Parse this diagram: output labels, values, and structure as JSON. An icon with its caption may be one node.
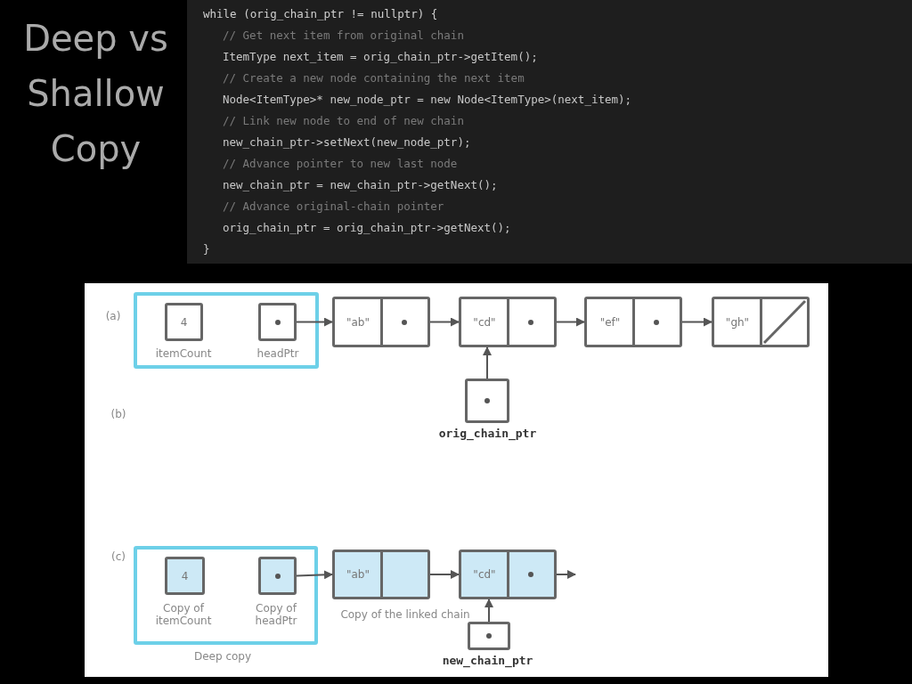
{
  "diagram": {
    "title": "Deep vs Shallow Copy",
    "nodes": [
      {
        "text": [],
        "shape": "box"
      },
      {
        "text": [
          "4"
        ],
        "beside": [
          "itemCount"
        ],
        "in": 0
      },
      {
        "text": [],
        "shape": "box",
        "beside": [
          "headPtr"
        ],
        "in": 0
      },
      {
        "text": [
          "\"ab\""
        ]
      },
      {
        "text": [
          "\"cd\""
        ]
      },
      {
        "text": [
          "\"ef\""
        ]
      },
      {
        "text": [
          "\"gh\""
        ]
      },
      {
        "text": [],
        "shape": "box",
        "beside": [
          "orig_chain_ptr"
        ]
      },
      {
        "text": [],
        "shape": "box",
        "beside": [
          "Deep copy"
        ]
      },
      {
        "text": [
          "4"
        ],
        "beside": [
          "Copy of itemCount"
        ],
        "in": 8
      },
      {
        "text": [],
        "shape": "box",
        "beside": [
          "Copy of headPtr"
        ],
        "in": 8
      },
      {
        "text": [
          "\"ab\""
        ]
      },
      {
        "text": [
          "\"cd\""
        ]
      },
      {
        "text": [],
        "shape": "box",
        "beside": [
          "new_chain_ptr"
        ]
      }
    ],
    "edges": [
      {
        "from": 2,
        "to": 3,
        "arrow": "to"
      },
      {
        "from": 3,
        "to": 4,
        "arrow": "to"
      },
      {
        "from": 4,
        "to": 5,
        "arrow": "to"
      },
      {
        "from": 5,
        "to": 6,
        "arrow": "to"
      },
      {
        "from": 7,
        "to": 4,
        "arrow": "to"
      },
      {
        "from": 10,
        "to": 11,
        "arrow": "to"
      },
      {
        "from": 11,
        "to": 12,
        "arrow": "to"
      },
      {
        "from": 12,
        "to": null,
        "arrow": "to"
      },
      {
        "from": 13,
        "to": 12,
        "arrow": "to"
      }
    ],
    "labels": [
      "while (orig_chain_ptr != nullptr) {",
      "// Get next item from original chain",
      "ItemType next_item = orig_chain_ptr->getItem();",
      "// Create a new node containing the next item",
      "Node<ItemType>* new_node_ptr = new Node<ItemType>(next_item);",
      "// Link new node to end of new chain",
      "new_chain_ptr->setNext(new_node_ptr);",
      "// Advance pointer to new last node",
      "new_chain_ptr = new_chain_ptr->getNext();",
      "// Advance original-chain pointer",
      "orig_chain_ptr = orig_chain_ptr->getNext();",
      "}",
      "(a)",
      "(b)",
      "(c)",
      "Copy of the linked chain"
    ]
  }
}
